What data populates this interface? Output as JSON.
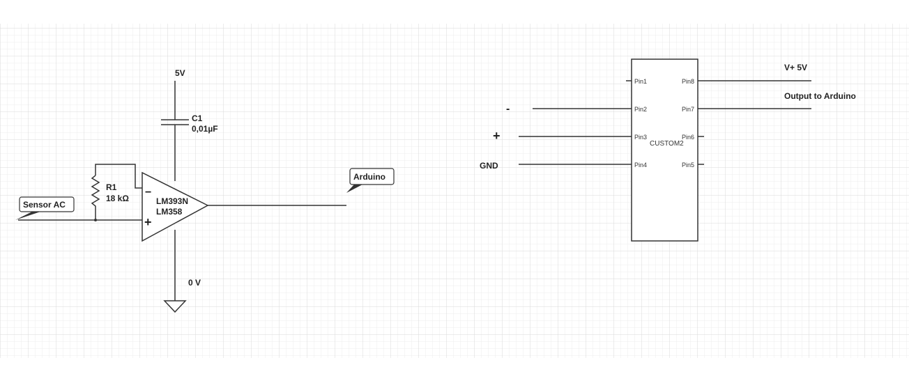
{
  "circuit_left": {
    "supply_label": "5V",
    "capacitor": {
      "name": "C1",
      "value": "0,01µF"
    },
    "resistor": {
      "name": "R1",
      "value": "18 kΩ"
    },
    "opamp": {
      "line1": "LM393N",
      "line2": "LM358",
      "minus": "−",
      "plus": "+"
    },
    "input_tag": "Sensor AC",
    "output_tag": "Arduino",
    "ground_label": "0 V"
  },
  "chip": {
    "name": "CUSTOM2",
    "left_pins": [
      "Pin1",
      "Pin2",
      "Pin3",
      "Pin4"
    ],
    "right_pins": [
      "Pin8",
      "Pin7",
      "Pin6",
      "Pin5"
    ],
    "minus_label": "-",
    "plus_label": "+",
    "gnd_label": "GND",
    "vplus_label": "V+ 5V",
    "output_label": "Output to Arduino"
  },
  "colors": {
    "line": "#333333",
    "grid_minor": "#ececec",
    "grid_major": "#dadada"
  }
}
